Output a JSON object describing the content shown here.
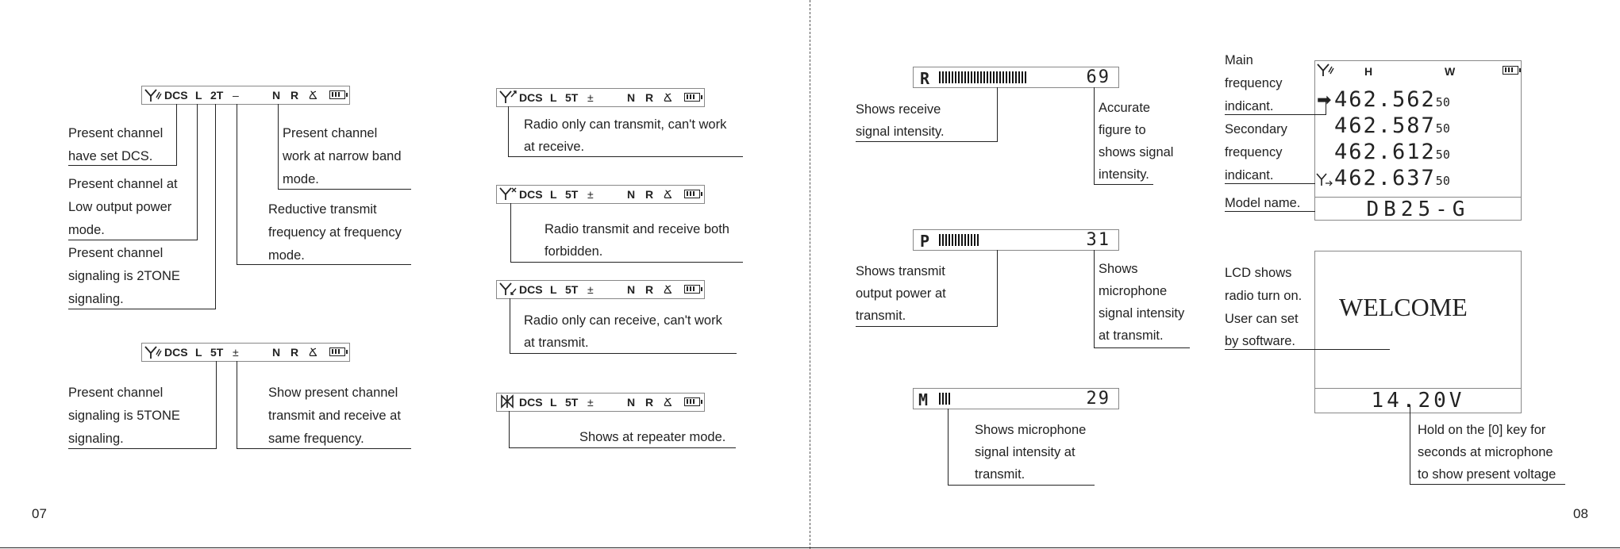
{
  "pages": {
    "left": "07",
    "right": "08"
  },
  "lcd_common": {
    "dcs": "DCS",
    "low": "L",
    "n": "N",
    "r": "R",
    "lock": "Ճ"
  },
  "left": {
    "bar1": {
      "tone": "2T",
      "shift": "–"
    },
    "bar2": {
      "tone": "5T",
      "shift": "±"
    },
    "labels": {
      "dcs": [
        "Present channel",
        "have set DCS."
      ],
      "low": [
        "Present channel at",
        "Low output power",
        "mode."
      ],
      "tone2": [
        "Present channel",
        "signaling is 2TONE",
        "signaling."
      ],
      "narrow": [
        "Present channel",
        "work at narrow band",
        "mode."
      ],
      "reductive": [
        "Reductive transmit",
        "frequency at frequency",
        "mode."
      ],
      "tone5": [
        "Present channel",
        "signaling is 5TONE",
        "signaling."
      ],
      "same": [
        "Show present channel",
        "transmit and receive at",
        "same frequency."
      ]
    }
  },
  "middle": {
    "bars": [
      {
        "tone": "5T",
        "shift": "±",
        "icon": "antenna-transmit-only-icon",
        "text": [
          "Radio only can transmit, can't work",
          "at receive."
        ]
      },
      {
        "tone": "5T",
        "shift": "±",
        "icon": "antenna-forbidden-icon",
        "text": [
          "Radio transmit and receive both",
          "forbidden."
        ]
      },
      {
        "tone": "5T",
        "shift": "±",
        "icon": "antenna-receive-only-icon",
        "text": [
          "Radio only can receive, can't work",
          "at transmit."
        ]
      },
      {
        "tone": "5T",
        "shift": "±",
        "icon": "repeater-icon",
        "text": [
          "Shows at repeater mode."
        ]
      }
    ]
  },
  "meters": {
    "r": {
      "letter": "R",
      "value": "69",
      "level": 0.69,
      "left_text": [
        "Shows receive",
        "signal intensity."
      ],
      "right_text": [
        "Accurate",
        "figure to",
        "shows signal",
        "intensity."
      ]
    },
    "p": {
      "letter": "P",
      "value": "31",
      "level": 0.31,
      "left_text": [
        "Shows transmit",
        "output power at",
        "transmit."
      ],
      "right_text": [
        "Shows",
        "microphone",
        "signal intensity",
        "at transmit."
      ]
    },
    "m": {
      "letter": "M",
      "value": "29",
      "level": 0.1,
      "text": [
        "Shows microphone",
        "signal intensity at",
        "transmit."
      ]
    }
  },
  "display": {
    "h": "H",
    "w": "W",
    "freqs": [
      {
        "main": "462.562",
        "sub": "50"
      },
      {
        "main": "462.587",
        "sub": "50"
      },
      {
        "main": "462.612",
        "sub": "50"
      },
      {
        "main": "462.637",
        "sub": "50"
      }
    ],
    "model": "DB25-G",
    "labels": {
      "main": [
        "Main",
        "frequency",
        "indicant."
      ],
      "secondary": [
        "Secondary",
        "frequency",
        "indicant."
      ],
      "model": "Model name."
    }
  },
  "welcome": {
    "text": "WELCOME",
    "voltage": "14.20V",
    "left_text": [
      "LCD shows",
      "radio turn on.",
      "User can set",
      "by software."
    ],
    "right_text": [
      "Hold on the [0] key for",
      "seconds at microphone",
      "to show present voltage"
    ]
  }
}
